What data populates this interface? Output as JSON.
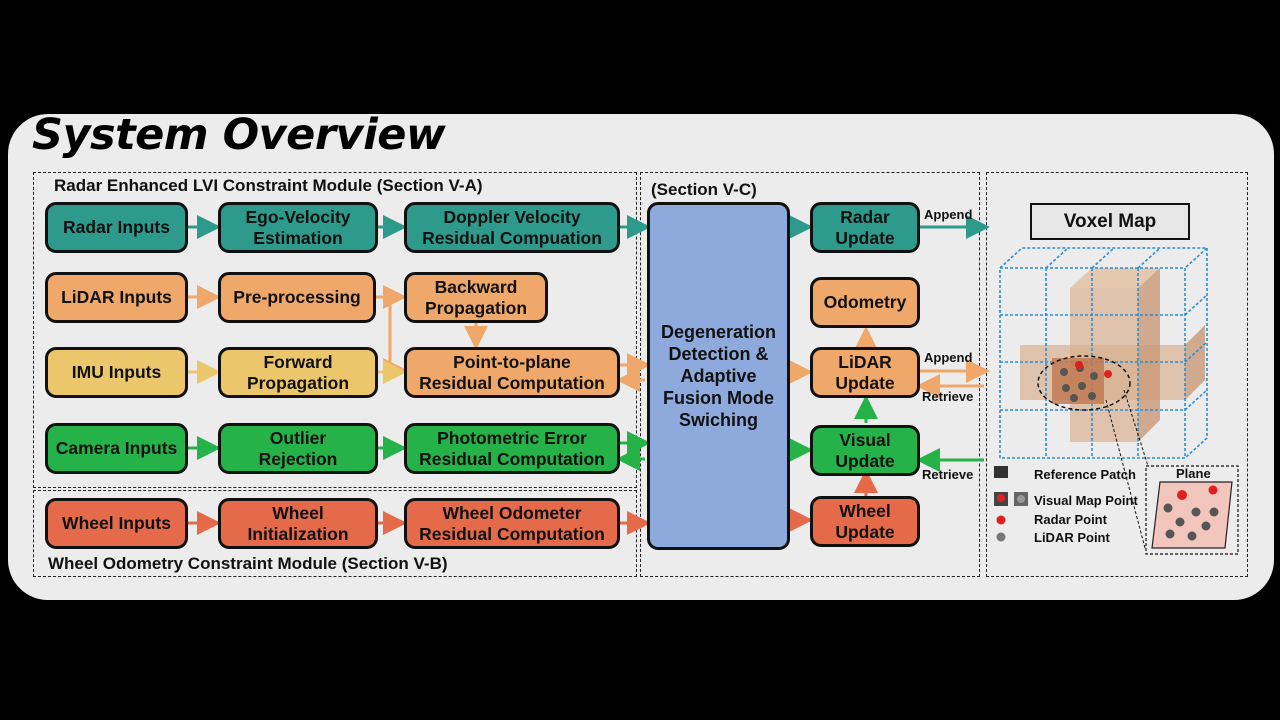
{
  "title": "System Overview",
  "regions": {
    "radar_module": "Radar Enhanced LVI Constraint Module (Section V-A)",
    "wheel_module": "Wheel Odometry Constraint Module (Section V-B)",
    "fusion_section": "(Section V-C)"
  },
  "boxes": {
    "radar_inputs": "Radar Inputs",
    "ego_velocity": "Ego-Velocity\nEstimation",
    "doppler": "Doppler Velocity\nResidual Compuation",
    "lidar_inputs": "LiDAR Inputs",
    "preprocessing": "Pre-processing",
    "backward": "Backward\nPropagation",
    "imu_inputs": "IMU Inputs",
    "forward": "Forward\nPropagation",
    "point_to_plane": "Point-to-plane\nResidual Computation",
    "camera_inputs": "Camera Inputs",
    "outlier": "Outlier\nRejection",
    "photometric": "Photometric Error\nResidual Computation",
    "wheel_inputs": "Wheel Inputs",
    "wheel_init": "Wheel\nInitialization",
    "wheel_odom": "Wheel Odometer\nResidual Computation",
    "degeneration": "Degeneration\nDetection &\nAdaptive\nFusion Mode\nSwiching",
    "radar_update": "Radar\nUpdate",
    "odometry": "Odometry",
    "lidar_update": "LiDAR\nUpdate",
    "visual_update": "Visual\nUpdate",
    "wheel_update": "Wheel\nUpdate"
  },
  "arrow_labels": {
    "append_radar": "Append",
    "append_lidar": "Append",
    "retrieve_lidar": "Retrieve",
    "retrieve_visual": "Retrieve"
  },
  "voxel_map": {
    "title": "Voxel Map",
    "plane_label": "Plane",
    "legend": {
      "reference_patch": "Reference Patch",
      "visual_map_point": "Visual Map Point",
      "radar_point": "Radar Point",
      "lidar_point": "LiDAR Point"
    }
  },
  "colors": {
    "teal": "#2e9a8c",
    "orange": "#f0a86a",
    "yellow": "#ecc66a",
    "green": "#25b248",
    "red": "#e56a4a",
    "blue": "#8ea9dc",
    "grid_blue": "#2a8fd6"
  }
}
